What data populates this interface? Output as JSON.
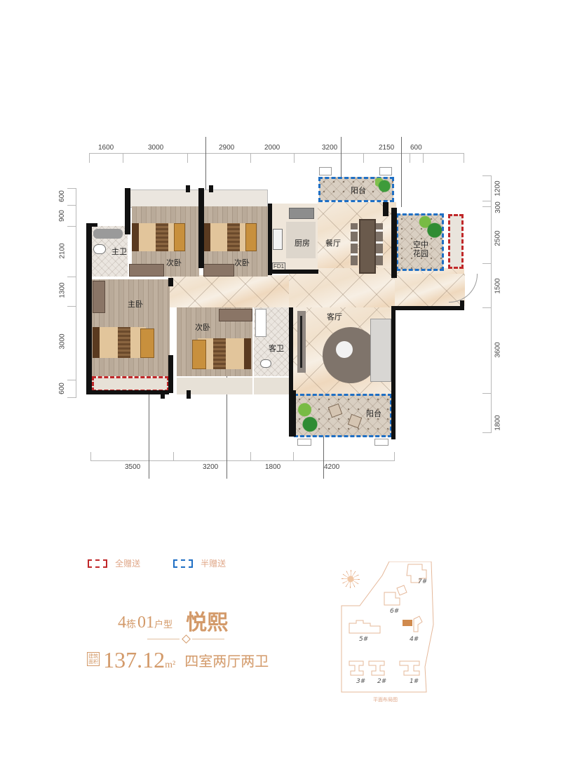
{
  "plan": {
    "dimensions_top": [
      "1600",
      "3000",
      "2900",
      "2000",
      "3200",
      "2150",
      "600"
    ],
    "dimensions_bottom": [
      "3500",
      "3200",
      "1800",
      "4200"
    ],
    "dimensions_left": [
      "600",
      "900",
      "2100",
      "1300",
      "3000",
      "600"
    ],
    "dimensions_right": [
      "1200",
      "300",
      "2500",
      "1500",
      "3600",
      "1800"
    ],
    "rooms": {
      "master_bath": "主卫",
      "secondary_bedroom_1": "次卧",
      "secondary_bedroom_2": "次卧",
      "master_bedroom": "主卧",
      "secondary_bedroom_3": "次卧",
      "guest_bath": "客卫",
      "kitchen": "厨房",
      "dining": "餐厅",
      "living": "客厅",
      "balcony_north": "阳台",
      "balcony_south": "阳台",
      "sky_garden": "空中花园"
    },
    "kitchen_tag": "FD1"
  },
  "legend": {
    "full_gift": {
      "label": "全赠送",
      "color": "#c0282a"
    },
    "half_gift": {
      "label": "半赠送",
      "color": "#1f6fc4"
    }
  },
  "unit": {
    "building": "4",
    "building_suffix": "栋",
    "unit_no": "01",
    "unit_suffix": "户型",
    "name": "悦熙",
    "area_label_line1": "建筑",
    "area_label_line2": "面积",
    "area_value": "137.12",
    "area_unit": "m²",
    "layout": "四室两厅两卫"
  },
  "site_map": {
    "buildings": [
      "7#",
      "6#",
      "5#",
      "4#",
      "3#",
      "2#",
      "1#"
    ],
    "highlight": "4#",
    "caption": "平面布局图",
    "accent_color": "#d39a6a",
    "highlight_color": "#d08a4e"
  }
}
